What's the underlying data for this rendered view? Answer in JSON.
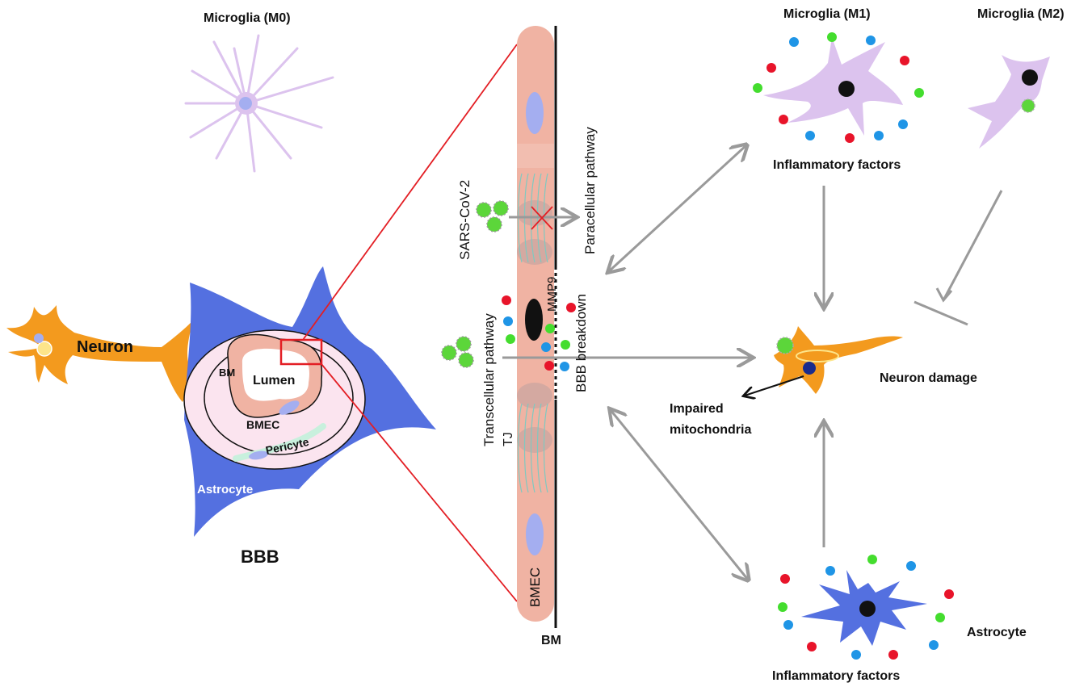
{
  "labels": {
    "microglia_m0": "Microglia (M0)",
    "microglia_m1": "Microglia (M1)",
    "microglia_m2": "Microglia (M2)",
    "inflammatory_top": "Inflammatory factors",
    "inflammatory_bottom": "Inflammatory factors",
    "neuron": "Neuron",
    "bbb": "BBB",
    "bm_ring": "BM",
    "lumen": "Lumen",
    "bmec_ring": "BMEC",
    "pericyte": "Pericyte",
    "astrocyte_left": "Astrocyte",
    "astrocyte_right": "Astrocyte",
    "sars": "SARS-CoV-2",
    "paracellular": "Paracellular pathway",
    "transcellular": "Transcellular pathway",
    "mmp9": "MMP9",
    "bbb_breakdown": "BBB breakdown",
    "tj": "TJ",
    "bmec_strip": "BMEC",
    "bm_strip": "BM",
    "impaired_1": "Impaired",
    "impaired_2": "mitochondria",
    "neuron_damage": "Neuron damage"
  },
  "colors": {
    "neuron": "#f39a1e",
    "astrocyte": "#5470e0",
    "microglia": "#dcc3ee",
    "endothelium": "#f0b3a3",
    "nucleus": "#a4aef0",
    "arrow_gray": "#9a9a9a",
    "red_line": "#e31e24",
    "factor_red": "#e8142a",
    "factor_green": "#44dd2e",
    "factor_blue": "#1f95e6",
    "virus": "#5cd63a"
  }
}
